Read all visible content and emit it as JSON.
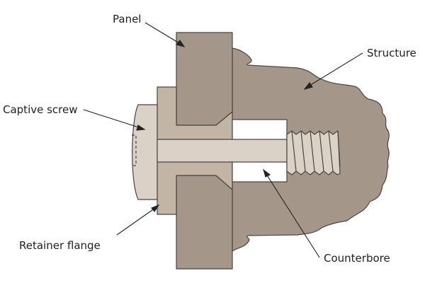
{
  "labels": {
    "panel": "Panel",
    "structure": "Structure",
    "captive_screw": "Captive screw",
    "retainer_flange": "Retainer flange",
    "counterbore": "Counterbore"
  },
  "colors": {
    "structure": "#a4978a",
    "panel": "#a4978a",
    "flange": "#c3b5a5",
    "screw": "#dad1c7",
    "outline": "#4a4540"
  }
}
